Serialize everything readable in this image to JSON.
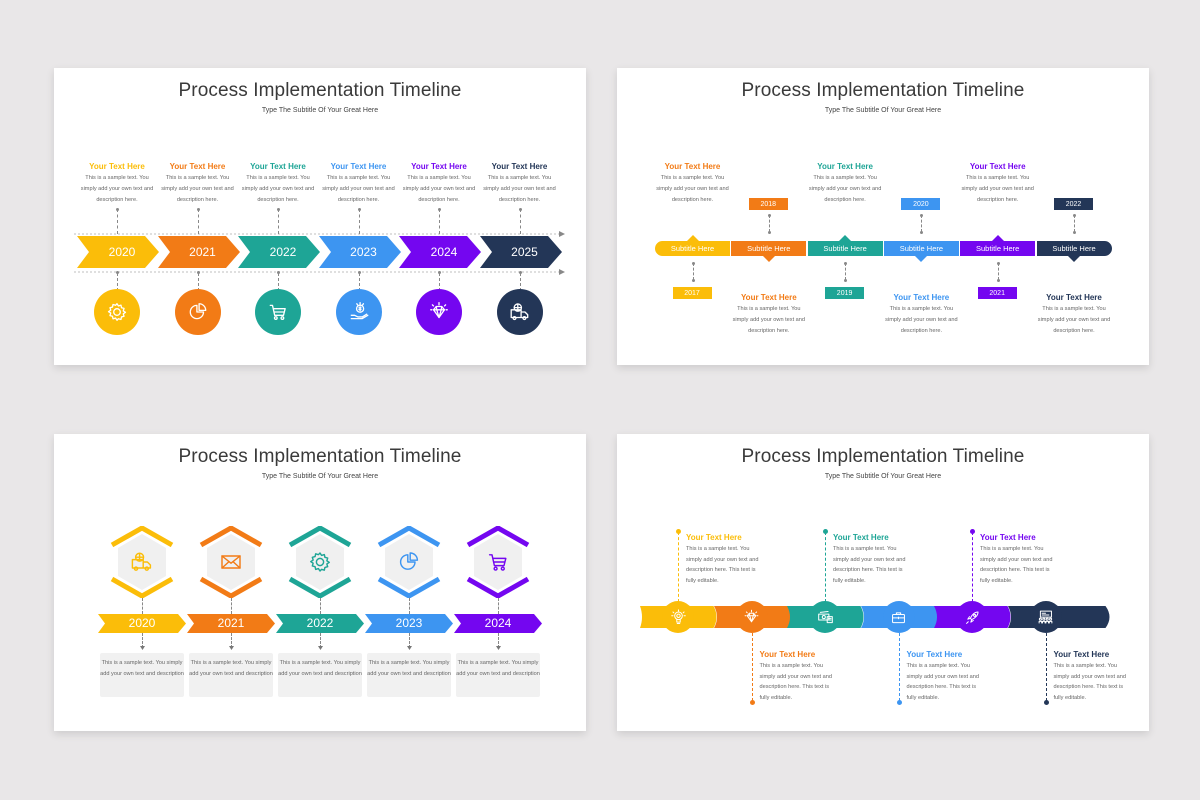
{
  "colors": {
    "yellow": "#fbbd09",
    "orange": "#f27b16",
    "teal": "#1ea596",
    "blue": "#3d95f1",
    "purple": "#7406f0",
    "navy": "#233657",
    "title": "#3a3a3a",
    "body_text": "#666666",
    "background": "#e9e7e8"
  },
  "slides": [
    {
      "title": "Process Implementation Timeline",
      "subtitle": "Type The Subtitle Of Your Great Here",
      "steps": [
        {
          "heading": "Your Text Here",
          "desc": "This is a sample text. You simply add your own text and description here.",
          "year": "2020",
          "icon": "gear-icon",
          "color": "yellow"
        },
        {
          "heading": "Your Text Here",
          "desc": "This is a sample text. You simply add your own text and description here.",
          "year": "2021",
          "icon": "pie-chart-icon",
          "color": "orange"
        },
        {
          "heading": "Your Text Here",
          "desc": "This is a sample text. You simply add your own text and description here.",
          "year": "2022",
          "icon": "shopping-cart-icon",
          "color": "teal"
        },
        {
          "heading": "Your Text Here",
          "desc": "This is a sample text. You simply add your own text and description here.",
          "year": "2023",
          "icon": "money-hand-icon",
          "color": "blue"
        },
        {
          "heading": "Your Text Here",
          "desc": "This is a sample text. You simply add your own text and description here.",
          "year": "2024",
          "icon": "diamond-icon",
          "color": "purple"
        },
        {
          "heading": "Your Text Here",
          "desc": "This is a sample text. You simply add your own text and description here.",
          "year": "2025",
          "icon": "delivery-truck-icon",
          "color": "navy"
        }
      ]
    },
    {
      "title": "Process Implementation Timeline",
      "subtitle": "Type The Subtitle Of Your Great Here",
      "steps": [
        {
          "subtitle": "Subtitle Here",
          "year": "2017",
          "heading": "Your Text Here",
          "desc": "This is a sample text. You simply add your own text and description here.",
          "color": "yellow",
          "heading_color": "orange",
          "text_position": "top",
          "year_position": "bottom"
        },
        {
          "subtitle": "Subtitle Here",
          "year": "2018",
          "heading": "Your Text Here",
          "desc": "This is a sample text. You simply add your own text and description here.",
          "color": "orange",
          "heading_color": "orange",
          "text_position": "bottom",
          "year_position": "top"
        },
        {
          "subtitle": "Subtitle Here",
          "year": "2019",
          "heading": "Your Text Here",
          "desc": "This is a sample text. You simply add your own text and description here.",
          "color": "teal",
          "heading_color": "teal",
          "text_position": "top",
          "year_position": "bottom"
        },
        {
          "subtitle": "Subtitle Here",
          "year": "2020",
          "heading": "Your Text Here",
          "desc": "This is a sample text. You simply add your own text and description here.",
          "color": "blue",
          "heading_color": "blue",
          "text_position": "bottom",
          "year_position": "top"
        },
        {
          "subtitle": "Subtitle Here",
          "year": "2021",
          "heading": "Your Text Here",
          "desc": "This is a sample text. You simply add your own text and description here.",
          "color": "purple",
          "heading_color": "purple",
          "text_position": "top",
          "year_position": "bottom"
        },
        {
          "subtitle": "Subtitle Here",
          "year": "2022",
          "heading": "Your Text Here",
          "desc": "This is a sample text. You simply add your own text and description here.",
          "color": "navy",
          "heading_color": "navy",
          "text_position": "bottom",
          "year_position": "top"
        }
      ]
    },
    {
      "title": "Process Implementation Timeline",
      "subtitle": "Type The Subtitle Of Your Great Here",
      "steps": [
        {
          "year": "2020",
          "icon": "delivery-truck-icon",
          "desc": "This is a sample text. You simply add your own text and description",
          "color": "yellow"
        },
        {
          "year": "2021",
          "icon": "envelope-icon",
          "desc": "This is a sample text. You simply add your own text and description",
          "color": "orange"
        },
        {
          "year": "2022",
          "icon": "gear-icon",
          "desc": "This is a sample text. You simply add your own text and description",
          "color": "teal"
        },
        {
          "year": "2023",
          "icon": "pie-chart-icon",
          "desc": "This is a sample text. You simply add your own text and description",
          "color": "blue"
        },
        {
          "year": "2024",
          "icon": "shopping-cart-icon",
          "desc": "This is a sample text. You simply add your own text and description",
          "color": "purple"
        }
      ]
    },
    {
      "title": "Process Implementation Timeline",
      "subtitle": "Type The Subtitle Of Your Great Here",
      "steps": [
        {
          "icon": "lightbulb-icon",
          "heading": "Your Text Here",
          "desc": "This is a sample text. You simply add your own text and description here. This text is fully editable.",
          "color": "yellow",
          "text_position": "top"
        },
        {
          "icon": "diamond-icon",
          "heading": "Your Text Here",
          "desc": "This is a sample text. You simply add your own text and description here. This text is fully editable.",
          "color": "orange",
          "text_position": "bottom"
        },
        {
          "icon": "money-cash-icon",
          "heading": "Your Text Here",
          "desc": "This is a sample text. You simply add your own text and description here. This text is fully editable.",
          "color": "teal",
          "text_position": "top"
        },
        {
          "icon": "briefcase-icon",
          "heading": "Your Text Here",
          "desc": "This is a sample text. You simply add your own text and description here. This text is fully editable.",
          "color": "blue",
          "text_position": "bottom"
        },
        {
          "icon": "rocket-icon",
          "heading": "Your Text Here",
          "desc": "This is a sample text. You simply add your own text and description here. This text is fully editable.",
          "color": "purple",
          "text_position": "top"
        },
        {
          "icon": "presentation-team-icon",
          "heading": "Your Text Here",
          "desc": "This is a sample text. You simply add your own text and description here. This text is fully editable.",
          "color": "navy",
          "text_position": "bottom"
        }
      ]
    }
  ]
}
